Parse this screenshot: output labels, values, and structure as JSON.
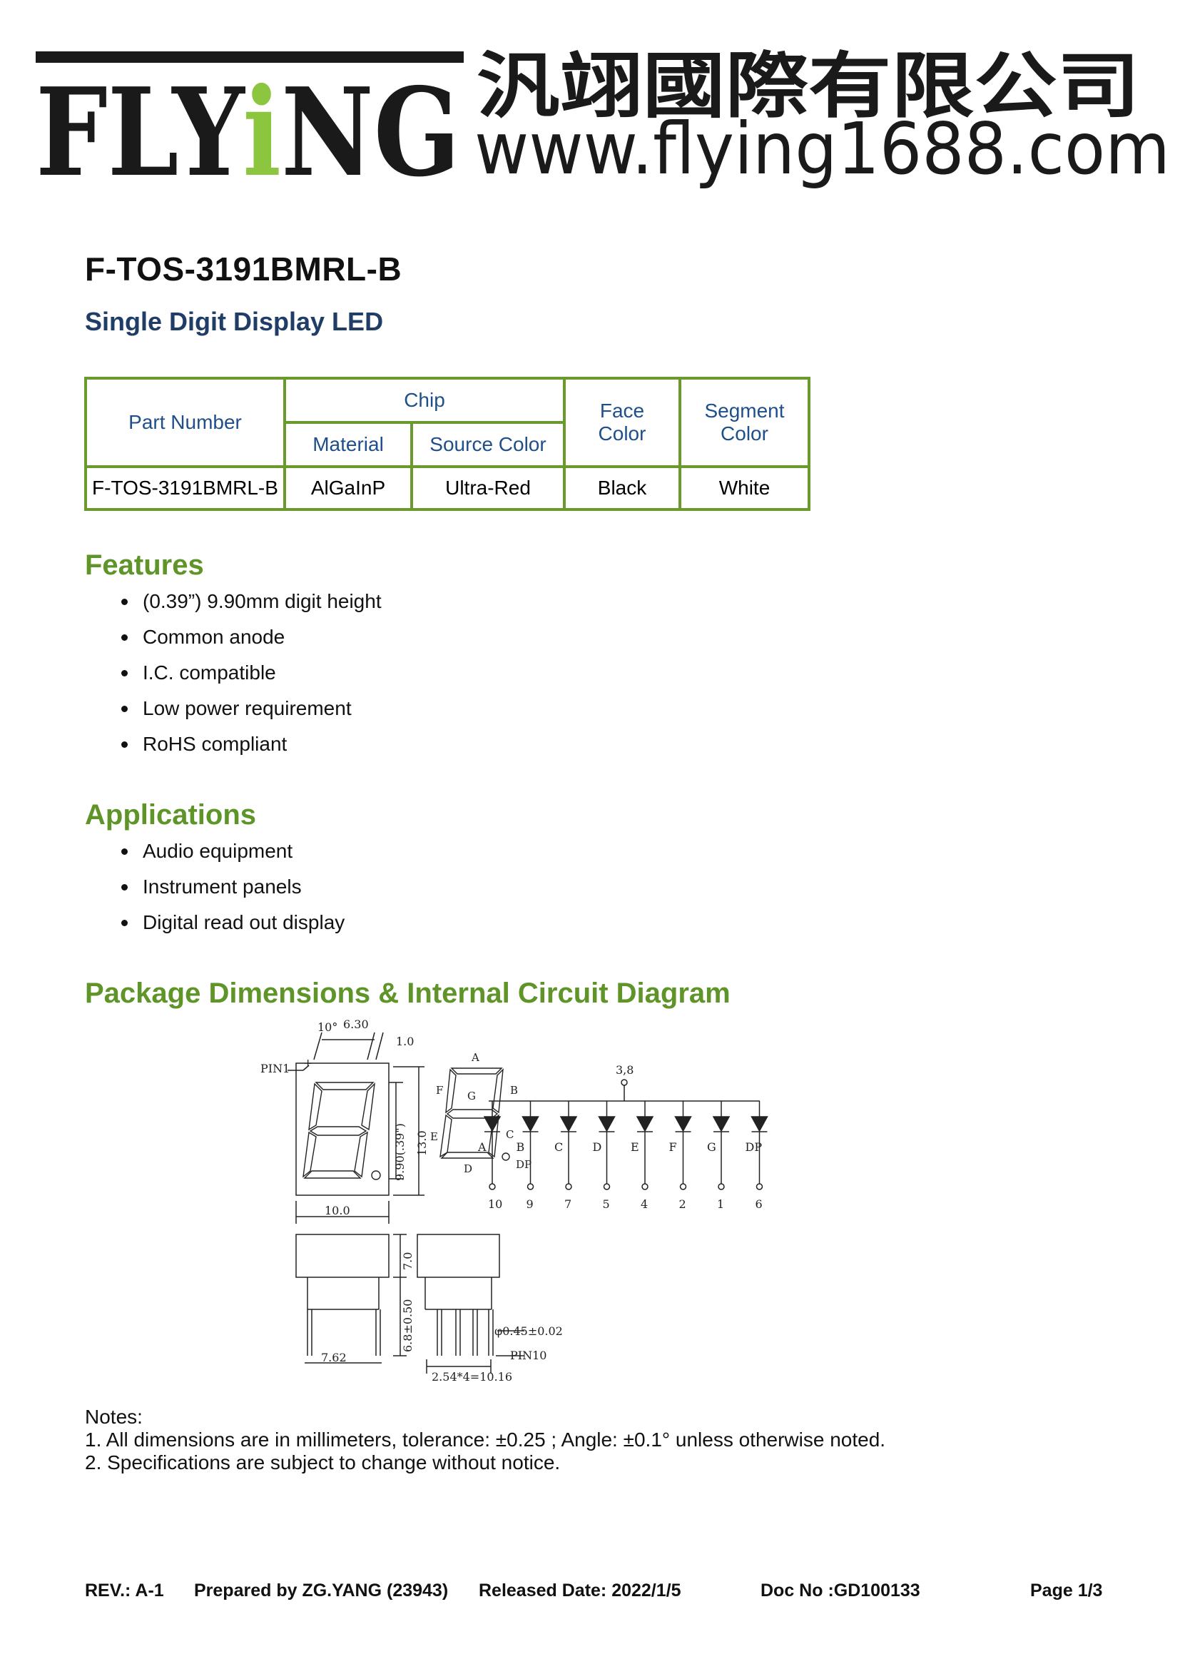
{
  "header": {
    "brand": "FLYiNG",
    "company_name": "汎翊國際有限公司",
    "website": "www.flying1688.com"
  },
  "part_title": "F-TOS-3191BMRL-B",
  "subtitle": "Single Digit Display LED",
  "spec_table": {
    "headers": {
      "part_number": "Part Number",
      "chip": "Chip",
      "material": "Material",
      "source_color": "Source Color",
      "face_color": [
        "Face",
        "Color"
      ],
      "segment_color": [
        "Segment",
        "Color"
      ]
    },
    "row": {
      "part_number": "F-TOS-3191BMRL-B",
      "material": "AlGaInP",
      "source_color": "Ultra-Red",
      "face_color": "Black",
      "segment_color": "White"
    }
  },
  "features": {
    "title": "Features",
    "items": [
      "(0.39”) 9.90mm digit height",
      "Common anode",
      "I.C. compatible",
      "Low power requirement",
      "RoHS compliant"
    ]
  },
  "applications": {
    "title": "Applications",
    "items": [
      "Audio equipment",
      "Instrument panels",
      "Digital read out display"
    ]
  },
  "package": {
    "title": "Package Dimensions & Internal Circuit Diagram",
    "dimensions": {
      "angle": "10°",
      "top_width": "6.30",
      "segment_offset": "1.0",
      "pin1": "PIN1",
      "digit_height": "9.90(.39\")",
      "body_height": "13.0",
      "body_width": "10.0",
      "depth": "7.0",
      "pin_length": "6.8±0.50",
      "row_spacing": "7.62",
      "pin_diameter": "φ0.45±0.02",
      "pin10": "PIN10",
      "pin_pitch": "2.54*4=10.16"
    },
    "segments": [
      "A",
      "B",
      "C",
      "D",
      "E",
      "F",
      "G",
      "DP"
    ],
    "circuit": {
      "common_pins": "3,8",
      "segment_labels": [
        "A",
        "B",
        "C",
        "D",
        "E",
        "F",
        "G",
        "DP"
      ],
      "pin_numbers": [
        "10",
        "9",
        "7",
        "5",
        "4",
        "2",
        "1",
        "6"
      ]
    }
  },
  "notes": {
    "title": "Notes:",
    "items": [
      "1. All dimensions are in millimeters, tolerance: ±0.25 ; Angle: ±0.1° unless otherwise noted.",
      "2. Specifications are subject to change without notice."
    ]
  },
  "footer": {
    "rev": "REV.: A-1",
    "prepared": "Prepared by ZG.YANG (23943)",
    "released": "Released Date: 2022/1/5",
    "doc_no": "Doc No :GD100133",
    "page": "Page 1/3"
  },
  "colors": {
    "brand_black": "#1a1a1a",
    "brand_green": "#8cc63f",
    "section_green": "#5e9428",
    "subtitle_blue": "#1f3d66",
    "table_border": "#6a9a2c",
    "table_header_blue": "#1f4f8a"
  }
}
